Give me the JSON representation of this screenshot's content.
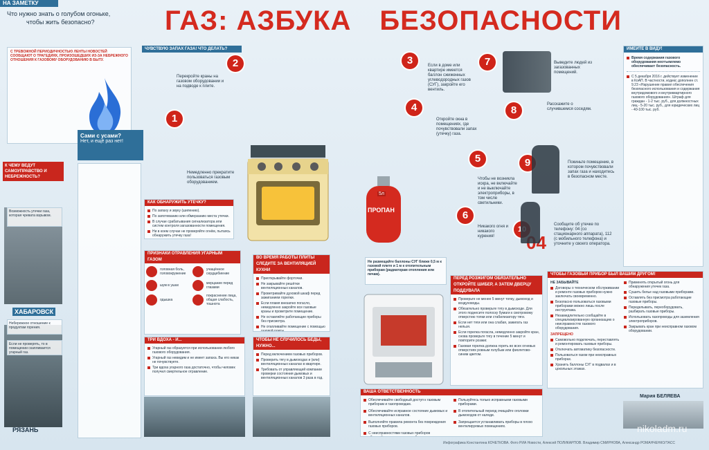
{
  "header": {
    "tag": "НА ЗАМЕТКУ",
    "question_line1": "Что нужно знать о голубом огоньке,",
    "question_line2": "чтобы жить безопасно?",
    "title_left": "ГАЗ: АЗБУКА",
    "title_right": "БЕЗОПАСНОСТИ"
  },
  "left": {
    "intro": "С ТРЕВОЖНОЙ ПЕРИОДИЧНОСТЬЮ ЛЕНТЫ НОВОСТЕЙ СООБЩАЮТ О ТРАГЕДИЯХ, ПРОИЗОШЕДШИХ ИЗ-ЗА НЕБРЕЖНОГО ОТНОШЕНИЯ К ГАЗОВОМУ ОБОРУДОВАНИЮ В БЫТУ.",
    "city1": "ХАБАРОВСК",
    "city2": "РЯЗАНЬ",
    "who_header": "К ЧЕМУ ВЕДУТ САМОУПРАВСТВО И НЕБРЕЖНОСТЬ?",
    "chat1": "Сами с усами?",
    "chat2": "Нет, и ещё раз нет!",
    "note1": "Возможность утечки газа, которая чревата взрывом.",
    "note2": "Небережное отношение к продуктам горения.",
    "note3": "Если не проверять, то в помещении скапливается угарный газ."
  },
  "middle": {
    "banner": "ЧУВСТВУЮ ЗАПАХ ГАЗА! ЧТО ДЕЛАТЬ?",
    "step1": "Немедленно прекратите пользоваться газовым оборудованием.",
    "step2": "Перекройте краны на газовом оборудовании и на подводе к плите.",
    "step3": "Если в доме или квартире имеется баллон сжиженных углеводородных газов (СУГ), закройте его вентиль.",
    "step4": "Откройте окна в помещениях, где почувствовали запах (утечку) газа.",
    "step5": "Чтобы не возникла искра, не включайте и не выключайте электроприборы, в том числе светильники.",
    "step6": "Никакого огня и никакого курения!",
    "step7": "Выведите людей из загазованных помещений.",
    "step8": "Расскажите о случившемся соседям.",
    "step9": "Покиньте помещение, в котором почувствовали запах газа и находитесь в безопасном месте.",
    "step10": "Сообщите об утечке по телефону: 04 (со стационарного аппарата), 112 (с мобильного телефона) и уточните у своего оператора.",
    "badge04": "04",
    "propane": "ПРОПАН",
    "propane_small": "5л",
    "leak_header": "КАК ОБНАРУЖИТЬ УТЕЧКУ?",
    "leak1": "По запаху и звуку (шипению).",
    "leak2": "По запотеванию или обмерзанию места утечки.",
    "leak3": "В случае срабатывания сигнализатора или систем контроля загазованности помещения.",
    "leak4": "Ни в коем случае не проверяйте огнём, пытаясь обнаружить утечку газа!",
    "poison_header": "ПРИЗНАКИ ОТРАВЛЕНИЯ УГАРНЫМ ГАЗОМ",
    "sym1": "головная боль, головокружение",
    "sym2": "учащённое сердцебиение",
    "sym3": "шум в ушах",
    "sym4": "мерцание перед глазами",
    "sym5": "одышка",
    "sym6": "покраснение лица, общая слабость, тошнота",
    "kitchen_header": "ВО ВРЕМЯ РАБОТЫ ПЛИТЫ СЛЕДИТЕ ЗА ВЕНТИЛЯЦИЕЙ КУХНИ",
    "k1": "Приоткрывайте форточки.",
    "k2": "Не закрывайте решётки вентиляционных каналов.",
    "k3": "Проветривайте духовой шкаф перед зажиганием горелки.",
    "k4": "Если пламя внезапно погасло, немедленно закройте все газовые краны и проветрите помещение.",
    "k5": "Не оставляйте работающие приборы без присмотра.",
    "k6": "Не отапливайте помещение с помощью газовой плиты.",
    "three_header": "ТРИ ВДОХА - И...",
    "three1": "Угарный газ образуется при использовании любого газового оборудования.",
    "three2": "Угарный газ невидим и не имеет запаха. Вы его никак не почувствуете.",
    "three3": "Три вдоха угарного газа достаточно, чтобы человек получил смертельное отравление.",
    "trouble_header": "ЧТОБЫ НЕ СЛУЧИЛОСЬ БЕДЫ, НУЖНО...",
    "t1": "Перед включением газовых приборов.",
    "t2": "Проверить тягу в дымоходах и (или) вентиляционных каналах в квартире.",
    "t3": "Требовать от управляющей компании проверки состояния дымовых и вентиляционных каналов 3 раза в год.",
    "balloon_note": "Не размещайте баллоны СУГ ближе 0,5 м к газовой плите и 1 м к отопительным приборам (радиаторам отопления или печам)."
  },
  "boiler": {
    "header": "ПЕРЕД РОЗЖИГОМ ОБЯЗАТЕЛЬНО ОТКРОЙТЕ ШИБЕР, А ЗАТЕМ ДВЕРЦУ ПОДДУВАЛА",
    "b1": "Проверьте не менее 5 минут топку, дымоход и воздуховоды.",
    "b2": "Обязательно проверьте тягу в дымоходе. Для этого поднесите полоску бумаги к смотровому отверстию топки или стабилизатору тяги.",
    "b3": "Если нет тяги или она слабая, зажигать газ нельзя.",
    "b4": "Если горелка погасла, немедленно закройте кран, снова проверьте тягу в течение 5 минут и повторите розжиг.",
    "b5": "Газовая горелка должна гореть во всех огневых отверстиях ровным голубым или фиолетово-синим цветом.",
    "resp_header": "ВАША ОТВЕТСТВЕННОСТЬ",
    "r1": "Обеспечивайте свободный доступ к газовым приборам и газопроводам.",
    "r2": "Обеспечивайте исправное состояние дымовых и вентиляционных каналов.",
    "r3": "Выполняйте правила ремонта без повреждения газовых приборов.",
    "r4": "Пользуйтесь только исправными газовыми приборами.",
    "r5": "В отопительный период очищайте оголовки дымоходов от наледи.",
    "r6": "Запрещается устанавливать приборы в плохо вентилируемых помещениях.",
    "r7": "С неисправностями газовых приборов обращайтесь в газовую службу."
  },
  "right": {
    "know_header": "ИМЕЙТЕ В ВИДУ!",
    "know1": "Время содержания газового оборудования неотъемлемо обеспечивает безопасность.",
    "know2": "С 5 декабря 2016 г. действует изменение в КоАП. В частности, кодекс дополнен ст. 9.23 «Нарушение правил обеспечения безопасного использования и содержания внутридомового и внутриквартирного газового оборудования». Штраф для граждан - 1-2 тыс. руб., для должностных лиц - 5-20 тыс. руб., для юридических лиц - 40-100 тыс. руб.",
    "friends_header": "ЧТОБЫ ГАЗОВЫЙ ПРИБОР БЫЛ ВАШИМ ДРУГОМ!",
    "forget_header": "НЕ ЗАБЫВАЙТЕ",
    "f1": "Договоры о техническом обслуживании и ремонте газовых приборов нужно заключать своевременно.",
    "f2": "Безопасно пользоваться газовыми приборами можно лишь после инструктажа.",
    "f3": "Незамедлительно сообщайте в специализированную организацию о неисправностях газового оборудования.",
    "forbid_header": "ЗАПРЕЩЕНО",
    "z1": "Самовольно подключать, переставлять и ремонтировать газовые приборы.",
    "z2": "Отключать автоматику безопасности.",
    "z3": "Пользоваться газом при неисправных приборах.",
    "z4": "Хранить баллоны СУГ в подвалах и в цокольных этажах.",
    "g1": "Применять открытый огонь для обнаружения утечек газа.",
    "g2": "Сушить белье над газовыми приборами.",
    "g3": "Оставлять без присмотра работающие газовые приборы.",
    "g4": "Переделывать, переоборудовать, разбирать газовые приборы.",
    "g5": "Использовать газопроводы для заземления электроприборов.",
    "g6": "Закрывать кран при неисправном газовом оборудовании.",
    "author": "Мария БЕЛЯЕВА",
    "watermark": "nikoladm.ru"
  },
  "footer": {
    "credits": "Инфографика Константина КОЧЕТКОВА. Фото РИА Новости, Алексей ПОЛИКАРПОВ. Владимир СМИРНОВА, Александр РОМАНЧЕНКО/ТАСС"
  }
}
